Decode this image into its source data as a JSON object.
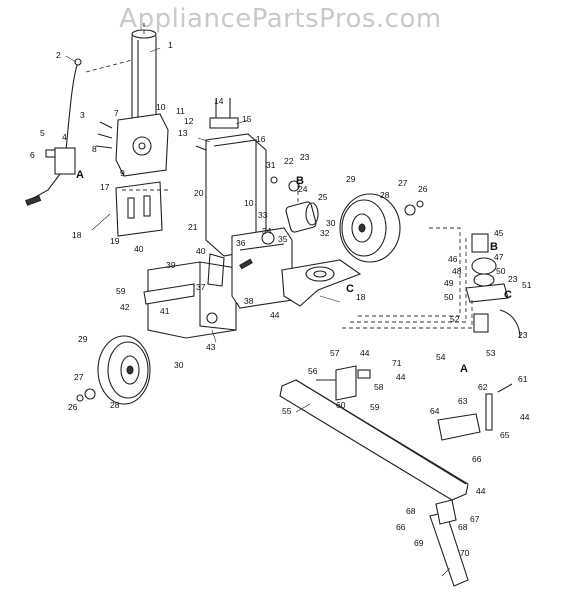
{
  "watermark": "AppliancePartsPros.com",
  "callouts": {
    "p1": "1",
    "p2": "2",
    "p3": "3",
    "p4": "4",
    "p5": "5",
    "p6": "6",
    "p7": "7",
    "p8": "8",
    "p9": "9",
    "p10": "10",
    "p10b": "10",
    "p11": "11",
    "p12": "12",
    "p13": "13",
    "p14": "14",
    "p15": "15",
    "p16": "16",
    "p17": "17",
    "p18": "18",
    "p18b": "18",
    "p19": "19",
    "p20": "20",
    "p21": "21",
    "p22": "22",
    "p23": "23",
    "p23b": "23",
    "p23c": "23",
    "p24": "24",
    "p25": "25",
    "p26": "26",
    "p26b": "26",
    "p27": "27",
    "p27b": "27",
    "p28": "28",
    "p28b": "28",
    "p29": "29",
    "p29b": "29",
    "p30": "30",
    "p30b": "30",
    "p31": "31",
    "p32": "32",
    "p33": "33",
    "p34": "34",
    "p35": "35",
    "p36": "36",
    "p37": "37",
    "p38": "38",
    "p39": "39",
    "p40": "40",
    "p40b": "40",
    "p41": "41",
    "p42": "42",
    "p43": "43",
    "p44": "44",
    "p44b": "44",
    "p44c": "44",
    "p44d": "44",
    "p44e": "44",
    "p45": "45",
    "p46": "46",
    "p47": "47",
    "p48": "48",
    "p49": "49",
    "p50": "50",
    "p50b": "50",
    "p51": "51",
    "p52": "52",
    "p53": "53",
    "p54": "54",
    "p55": "55",
    "p56": "56",
    "p57": "57",
    "p58": "58",
    "p59": "59",
    "p59b": "59",
    "p60": "60",
    "p61": "61",
    "p62": "62",
    "p63": "63",
    "p64": "64",
    "p65": "65",
    "p66": "66",
    "p66b": "66",
    "p67": "67",
    "p68": "68",
    "p68b": "68",
    "p69": "69",
    "p70": "70",
    "p71": "71"
  },
  "connectors": {
    "a1": "A",
    "a2": "A",
    "b1": "B",
    "b2": "B",
    "c1": "C",
    "c2": "C"
  }
}
